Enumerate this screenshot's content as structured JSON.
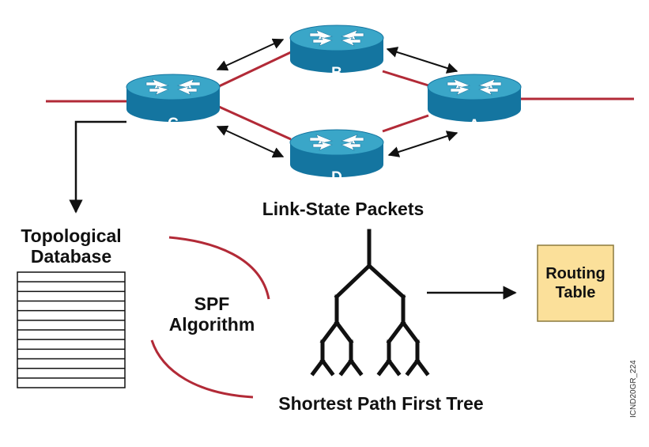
{
  "routers": [
    {
      "id": "C",
      "label": "C"
    },
    {
      "id": "B",
      "label": "B"
    },
    {
      "id": "A",
      "label": "A"
    },
    {
      "id": "D",
      "label": "D"
    }
  ],
  "labels": {
    "lsp": "Link-State Packets",
    "topo_line1": "Topological",
    "topo_line2": "Database",
    "spf_line1": "SPF",
    "spf_line2": "Algorithm",
    "spf_tree": "Shortest Path First Tree",
    "routing_line1": "Routing",
    "routing_line2": "Table",
    "code": "ICND20GR_224"
  },
  "colors": {
    "link": "#b22a37",
    "router_top": "#3aa6c8",
    "router_side": "#1475a0",
    "routing_fill": "#fbe09a",
    "routing_stroke": "#c9a24a",
    "arc": "#b22a37"
  },
  "database_rows": 11
}
